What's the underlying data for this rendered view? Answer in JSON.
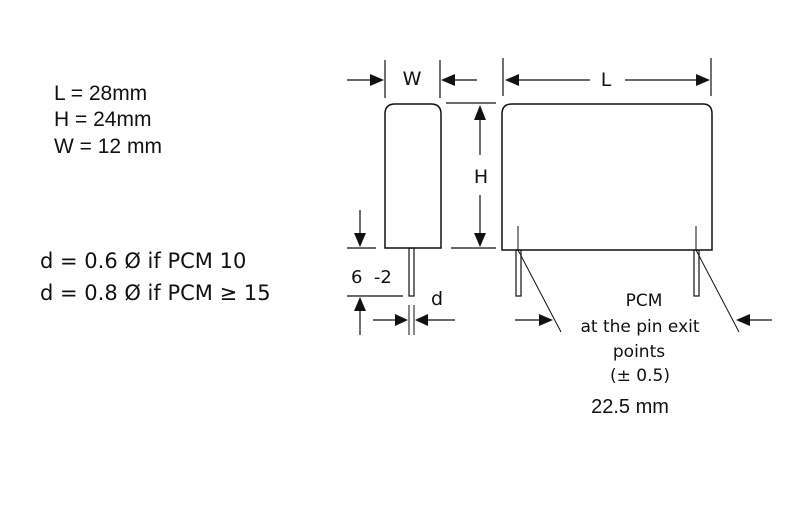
{
  "dimensions": {
    "L": "L =  28mm",
    "H": "H =  24mm",
    "W": "W = 12 mm"
  },
  "pin_diameter_notes": [
    "d = 0.6 Ø if PCM 10",
    "d = 0.8 Ø if PCM ≥ 15"
  ],
  "drawing_labels": {
    "width": "W",
    "length": "L",
    "height": "H",
    "pin_length": "6  -2",
    "pin_diameter": "d"
  },
  "pcm_note": {
    "title": "PCM",
    "line1": "at the pin exit",
    "line2": "points",
    "tolerance": "(± 0.5)",
    "value": "22.5 mm"
  }
}
